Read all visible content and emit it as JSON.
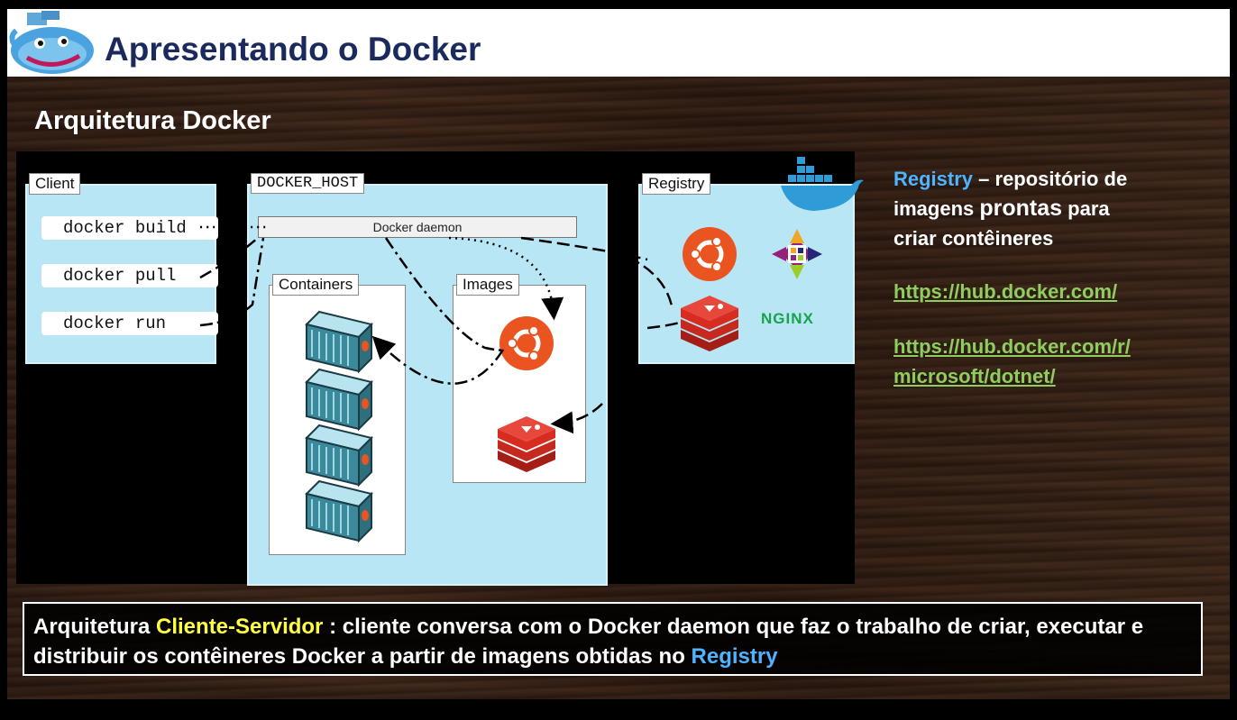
{
  "header": {
    "title": "Apresentando o Docker"
  },
  "slide": {
    "subtitle": "Arquitetura Docker"
  },
  "diagram": {
    "client_label": "Client",
    "host_label": "DOCKER_HOST",
    "registry_label": "Registry",
    "daemon_label": "Docker daemon",
    "containers_label": "Containers",
    "images_label": "Images",
    "commands": [
      "docker build",
      "docker pull",
      "docker run"
    ],
    "nginx_label": "NGINX"
  },
  "side": {
    "registry_word": "Registry",
    "line1_rest": " – repositório de",
    "line2a": "imagens ",
    "line2b": "prontas",
    "line2c": " para",
    "line3": "criar contêineres",
    "link1": "https://hub.docker.com/",
    "link2_line1": "https://hub.docker.com/r/",
    "link2_line2": "microsoft/dotnet/"
  },
  "bottom": {
    "part1": "Arquitetura ",
    "highlight": "Cliente-Servidor",
    "part2": " : cliente conversa com o Docker daemon que faz o trabalho de criar, executar e distribuir os contêineres Docker a partir de imagens obtidas no ",
    "registry_word": "Registry"
  },
  "colors": {
    "title": "#1b2a5c",
    "panel": "#b8e6f4",
    "ubuntu": "#e95420",
    "redis": "#d82c20",
    "link": "#8fce5e",
    "accent_blue": "#4fb3ff",
    "accent_yellow": "#ffff44"
  }
}
